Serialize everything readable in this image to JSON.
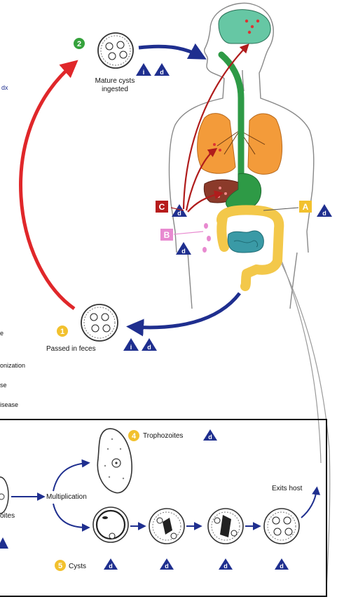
{
  "colors": {
    "blue_arrow": "#1f2f8f",
    "red_arrow": "#e0272a",
    "brain": "#66c7a4",
    "lungs": "#f39b3a",
    "liver": "#8b3a2a",
    "stomach_tract": "#2e9a46",
    "colon": "#f3c84a",
    "small_intestine": "#3a9aa6",
    "step_green": "#35a23c",
    "step_yellow": "#f2c12e",
    "marker_A": "#f2c12e",
    "marker_B": "#e88ad0",
    "marker_C": "#b71c1c",
    "triangle": "#1f2f8f"
  },
  "cycle": {
    "step2": {
      "number": "2",
      "label_line1": "Mature cysts",
      "label_line2": "ingested"
    },
    "step1": {
      "number": "1",
      "label": "Passed in feces"
    },
    "marker_a": {
      "letter": "A"
    },
    "marker_b": {
      "letter": "B"
    },
    "marker_c": {
      "letter": "C"
    },
    "infective_letter": "i",
    "diagnostic_letter": "d",
    "left_partial": {
      "dx": "dx",
      "line1": "e",
      "line2": "onization",
      "line3": "se",
      "line4": "isease"
    }
  },
  "inset": {
    "multiplication": "Multiplication",
    "trophozoites": {
      "number": "4",
      "label": "Trophozoites"
    },
    "cysts": {
      "number": "5",
      "label": "Cysts"
    },
    "exits_host": "Exits host",
    "partial_left": "oites"
  }
}
